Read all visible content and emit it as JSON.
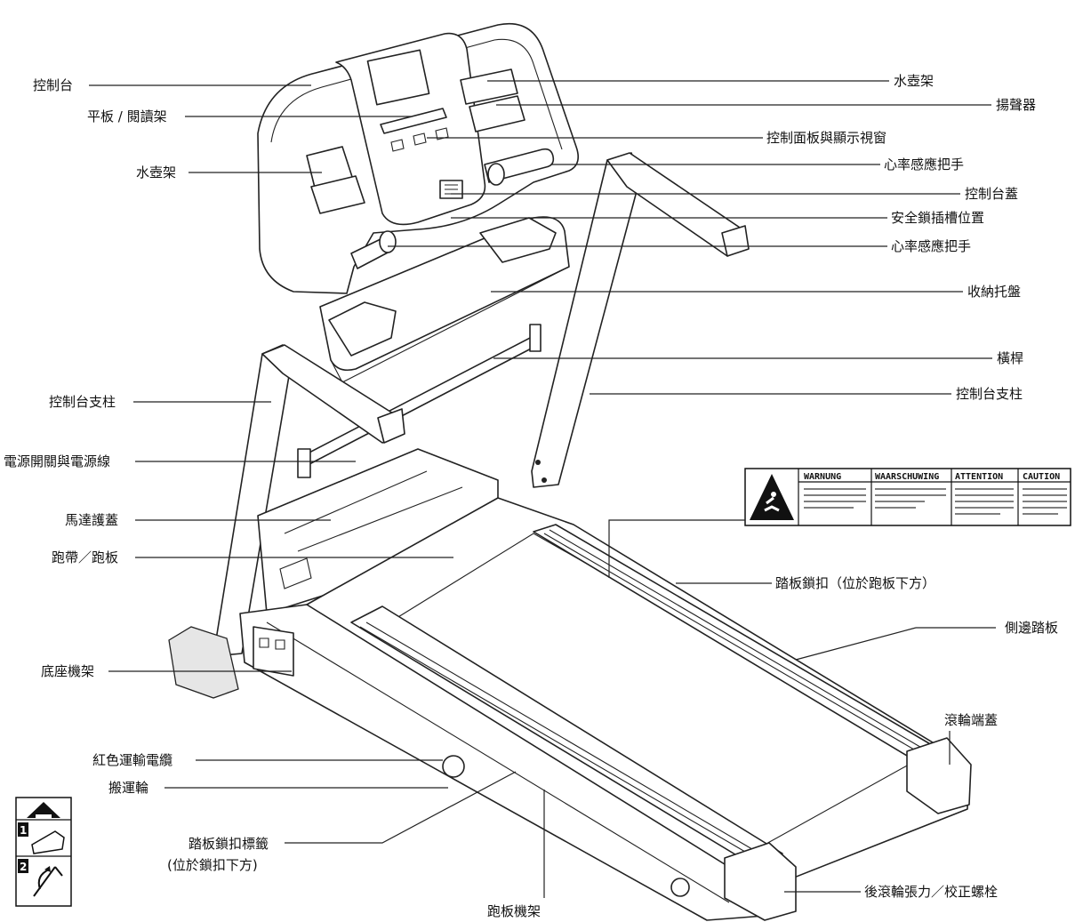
{
  "labels": {
    "console": "控制台",
    "tablet_holder": "平板 / 閱讀架",
    "water_holder_left": "水壺架",
    "console_mast_left": "控制台支柱",
    "power_switch": "電源開關與電源線",
    "motor_cover": "馬達護蓋",
    "belt_deck": "跑帶／跑板",
    "base_frame": "底座機架",
    "red_cable": "紅色運輸電纜",
    "transport_wheel": "搬運輪",
    "deck_lock_label": "踏板鎖扣標籤",
    "deck_lock_label_sub": "(位於鎖扣下方)",
    "deck_frame": "跑板機架",
    "water_holder_right": "水壺架",
    "speaker": "揚聲器",
    "control_panel": "控制面板與顯示視窗",
    "hr_grip_top": "心率感應把手",
    "console_cover": "控制台蓋",
    "safety_key": "安全鎖插槽位置",
    "hr_grip_bottom": "心率感應把手",
    "storage_tray": "收納托盤",
    "crossbar": "橫桿",
    "console_mast_right": "控制台支柱",
    "deck_lock": "踏板鎖扣（位於跑板下方）",
    "side_rail": "側邊踏板",
    "roller_cap": "滾輪端蓋",
    "rear_roller_bolt": "後滾輪張力／校正螺栓"
  },
  "warning_panel": {
    "headers": [
      "WARNUNG",
      "WAARSCHUWING",
      "ATTENTION",
      "CAUTION"
    ]
  },
  "step_icons": [
    "1",
    "2"
  ]
}
